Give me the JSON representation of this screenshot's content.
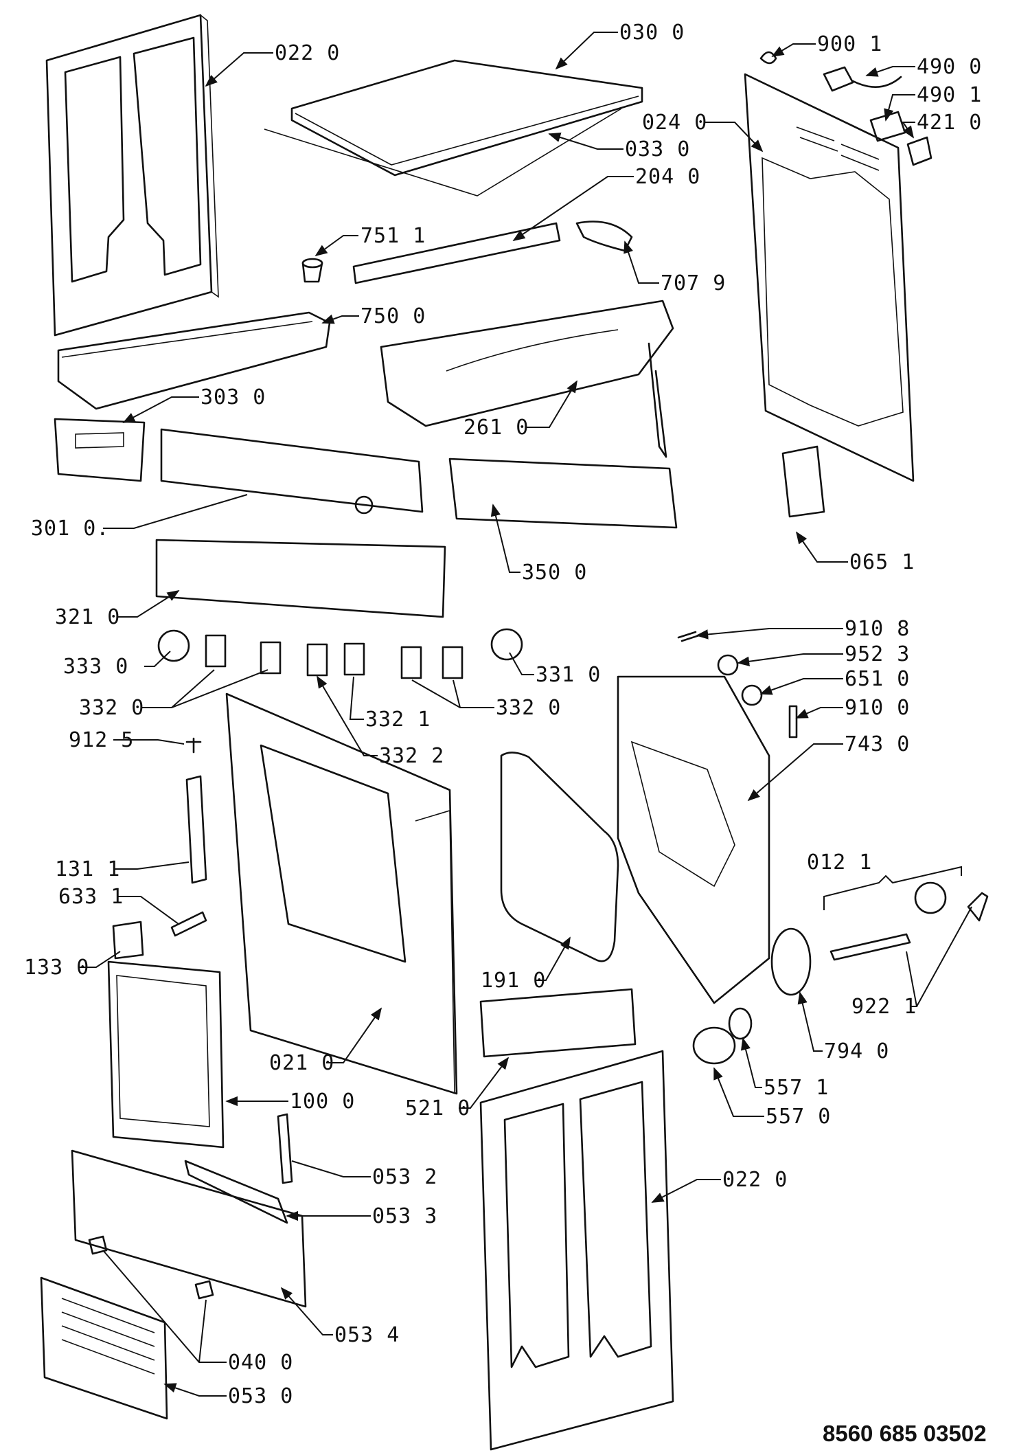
{
  "document_code": "8560 685 03502",
  "callouts": [
    {
      "id": "c1",
      "text": "022 0"
    },
    {
      "id": "c2",
      "text": "030 0"
    },
    {
      "id": "c3",
      "text": "033 0"
    },
    {
      "id": "c4",
      "text": "204 0"
    },
    {
      "id": "c5",
      "text": "900 1"
    },
    {
      "id": "c6",
      "text": "490 0"
    },
    {
      "id": "c7",
      "text": "490 1"
    },
    {
      "id": "c8",
      "text": "024 0"
    },
    {
      "id": "c9",
      "text": "421 0"
    },
    {
      "id": "c10",
      "text": "751 1"
    },
    {
      "id": "c11",
      "text": "707 9"
    },
    {
      "id": "c12",
      "text": "750 0"
    },
    {
      "id": "c13",
      "text": "303 0"
    },
    {
      "id": "c14",
      "text": "261 0"
    },
    {
      "id": "c15",
      "text": "301 0."
    },
    {
      "id": "c16",
      "text": "350 0"
    },
    {
      "id": "c17",
      "text": "065 1"
    },
    {
      "id": "c18",
      "text": "321 0"
    },
    {
      "id": "c19",
      "text": "910 8"
    },
    {
      "id": "c20",
      "text": "952 3"
    },
    {
      "id": "c21",
      "text": "333 0"
    },
    {
      "id": "c22",
      "text": "331 0"
    },
    {
      "id": "c23",
      "text": "651 0"
    },
    {
      "id": "c24",
      "text": "332 0"
    },
    {
      "id": "c25",
      "text": "332 1"
    },
    {
      "id": "c26",
      "text": "332 0"
    },
    {
      "id": "c27",
      "text": "910 0"
    },
    {
      "id": "c28",
      "text": "912 5"
    },
    {
      "id": "c29",
      "text": "332 2"
    },
    {
      "id": "c30",
      "text": "743 0"
    },
    {
      "id": "c31",
      "text": "012 1"
    },
    {
      "id": "c32",
      "text": "131 1"
    },
    {
      "id": "c33",
      "text": "633 1"
    },
    {
      "id": "c34",
      "text": "133 0"
    },
    {
      "id": "c35",
      "text": "191 0"
    },
    {
      "id": "c36",
      "text": "922 1"
    },
    {
      "id": "c37",
      "text": "021 0"
    },
    {
      "id": "c38",
      "text": "794 0"
    },
    {
      "id": "c39",
      "text": "557 1"
    },
    {
      "id": "c40",
      "text": "100 0"
    },
    {
      "id": "c41",
      "text": "521 0"
    },
    {
      "id": "c42",
      "text": "557 0"
    },
    {
      "id": "c43",
      "text": "053 2"
    },
    {
      "id": "c44",
      "text": "022 0"
    },
    {
      "id": "c45",
      "text": "053 3"
    },
    {
      "id": "c46",
      "text": "053 4"
    },
    {
      "id": "c47",
      "text": "040 0"
    },
    {
      "id": "c48",
      "text": "053 0"
    }
  ]
}
